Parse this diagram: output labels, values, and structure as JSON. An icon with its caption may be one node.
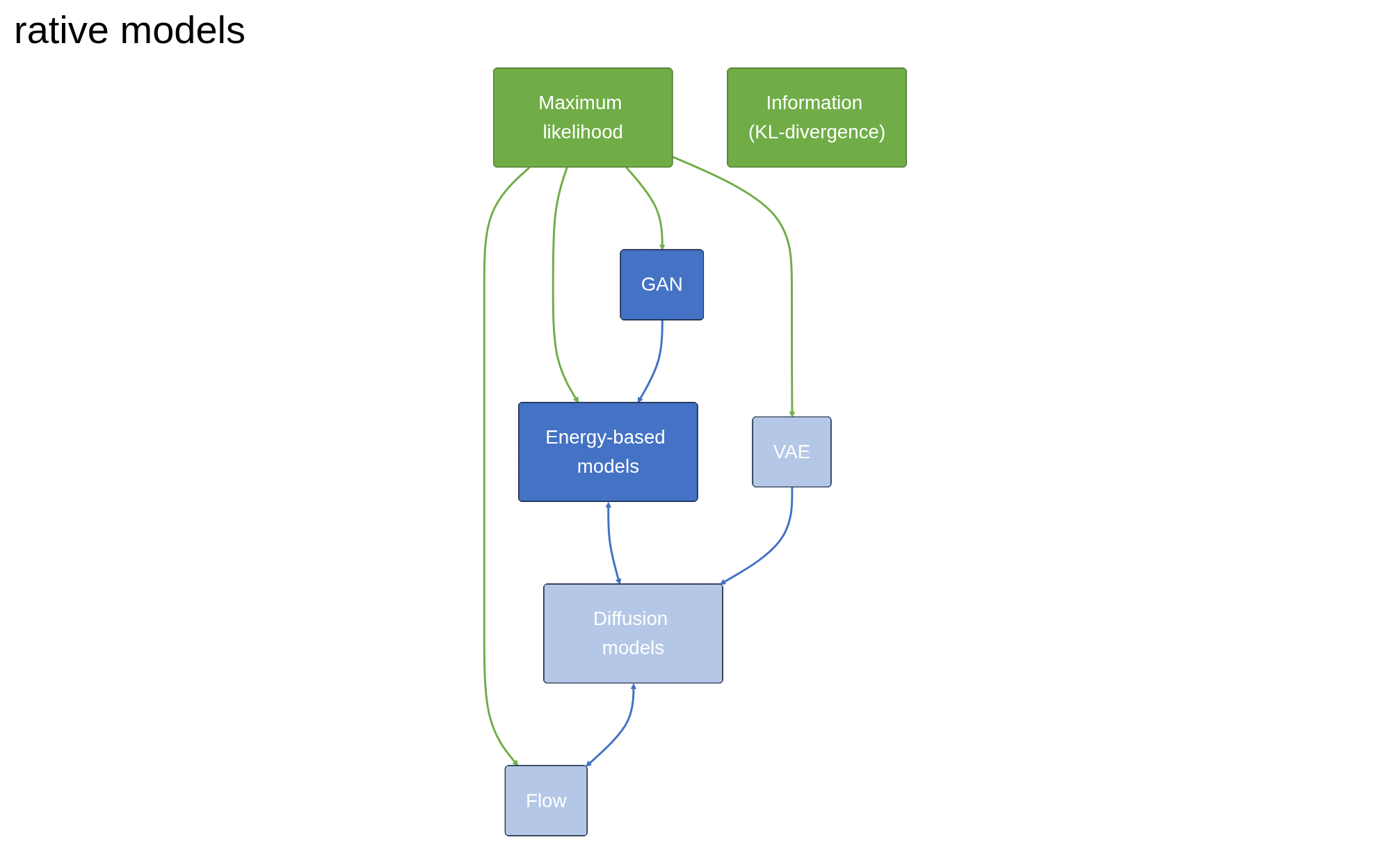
{
  "diagram": {
    "title": "rative models",
    "nodes": [
      {
        "text": [
          "Maximum likelihood"
        ]
      },
      {
        "text": [
          "GAN"
        ]
      },
      {
        "text": [
          "Energy-based models"
        ]
      },
      {
        "text": [
          "VAE"
        ]
      },
      {
        "text": [
          "Diffusion models"
        ]
      },
      {
        "text": [
          "Flow"
        ]
      },
      {
        "text": [
          "Information (KL-divergence)"
        ]
      }
    ],
    "edges": [
      {
        "from": 0,
        "to": 1,
        "arrow": "to",
        "color": "#70ad47"
      },
      {
        "from": 0,
        "to": 2,
        "arrow": "to",
        "color": "#70ad47"
      },
      {
        "from": 0,
        "to": 3,
        "arrow": "to",
        "color": "#70ad47"
      },
      {
        "from": 0,
        "to": 5,
        "arrow": "to",
        "color": "#70ad47"
      },
      {
        "from": 1,
        "to": 2,
        "arrow": "to",
        "color": "#4472c4"
      },
      {
        "from": 2,
        "to": 4,
        "arrow": "both",
        "color": "#4472c4"
      },
      {
        "from": 3,
        "to": 4,
        "arrow": "to",
        "color": "#4472c4"
      },
      {
        "from": 4,
        "to": 5,
        "arrow": "both",
        "color": "#4472c4"
      }
    ]
  }
}
